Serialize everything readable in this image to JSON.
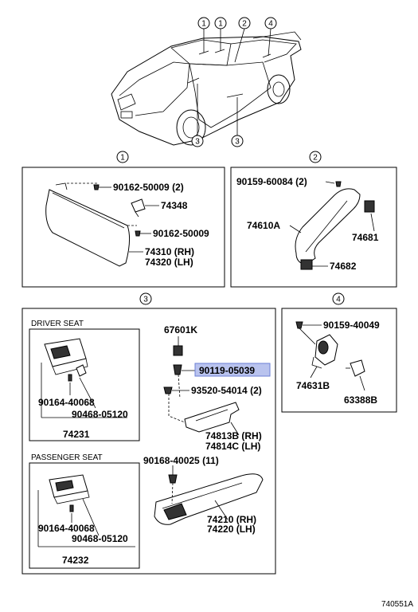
{
  "diagram_id": "740551A",
  "callouts": [
    "1",
    "2",
    "3",
    "4"
  ],
  "sections": {
    "s1": {
      "number": "1",
      "parts": [
        "90162-50009 (2)",
        "74348",
        "90162-50009",
        "74310 (RH)",
        "74320 (LH)"
      ]
    },
    "s2": {
      "number": "2",
      "parts": [
        "90159-60084 (2)",
        "74610A",
        "74681",
        "74682"
      ]
    },
    "s3": {
      "number": "3",
      "driver_title": "DRIVER SEAT",
      "passenger_title": "PASSENGER SEAT",
      "driver_parts": [
        "90164-40068",
        "90468-05120",
        "74231"
      ],
      "passenger_parts": [
        "90164-40068",
        "90468-05120",
        "74232"
      ],
      "center_parts": [
        "67601K",
        "90119-05039",
        "93520-54014 (2)",
        "74813B (RH)",
        "74814C (LH)",
        "90168-40025 (11)",
        "74210 (RH)",
        "74220 (LH)"
      ]
    },
    "s4": {
      "number": "4",
      "parts": [
        "90159-40049",
        "74631B",
        "63388B"
      ]
    }
  },
  "highlighted_part": "90119-05039",
  "colors": {
    "highlight_fill": "#b9c3ee",
    "highlight_stroke": "#6b7fd6",
    "line": "#000000"
  }
}
